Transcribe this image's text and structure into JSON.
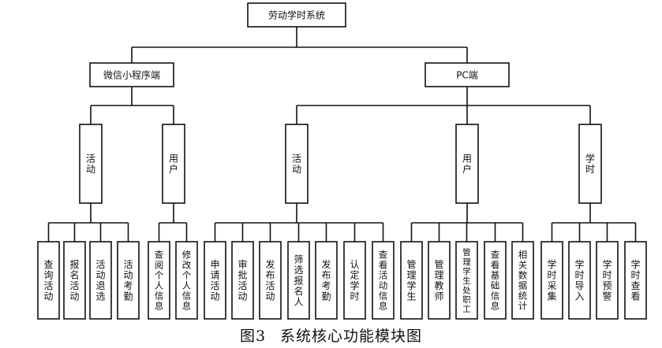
{
  "diagram": {
    "root": "劳动学时系统",
    "branches": [
      {
        "label": "微信小程序端",
        "groups": [
          {
            "label": "活动",
            "leaves": [
              "查询活动",
              "报名活动",
              "活动退选",
              "活动考勤"
            ]
          },
          {
            "label": "用户",
            "leaves": [
              "查阅个人信息",
              "修改个人信息"
            ]
          }
        ]
      },
      {
        "label": "PC端",
        "groups": [
          {
            "label": "活动",
            "leaves": [
              "申请活动",
              "审批活动",
              "发布活动",
              "筛选报名人",
              "发布考勤",
              "认定学时",
              "查看活动信息"
            ]
          },
          {
            "label": "用户",
            "leaves": [
              "管理学生",
              "管理教师",
              "管理学生处职工",
              "查看基础信息",
              "相关数据统计"
            ]
          },
          {
            "label": "学时",
            "leaves": [
              "学时采集",
              "学时导入",
              "学时预警",
              "学时查看"
            ]
          }
        ]
      }
    ]
  },
  "caption": {
    "number": "图3",
    "title": "系统核心功能模块图"
  }
}
